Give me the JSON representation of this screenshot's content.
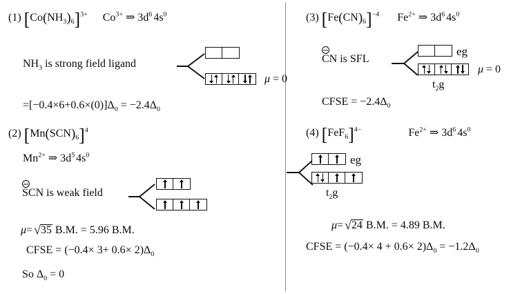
{
  "document": {
    "type": "chemistry-worksheet",
    "topic": "Crystal Field Theory - CFSE and magnetic moment",
    "divider": "vertical-rule"
  },
  "problems": [
    {
      "number": "(1)",
      "complex_prefix": "Co",
      "complex_ligand": "NH",
      "complex_ligand_sub": "3",
      "complex_ligand_count": "6",
      "complex_charge": "3+",
      "ion": "Co",
      "ion_charge": "3+",
      "implies": "⇒",
      "config_d": "3d",
      "config_d_sup": "6",
      "config_s": "4s",
      "config_s_sup": "0",
      "ligand_statement": "NH",
      "ligand_statement_sub": "3",
      "ligand_statement_rest": " is strong field ligand",
      "eg_boxes": [
        {
          "arrows": []
        },
        {
          "arrows": []
        }
      ],
      "t2g_boxes": [
        {
          "arrows": [
            "down",
            "up"
          ]
        },
        {
          "arrows": [
            "down",
            "up"
          ]
        },
        {
          "arrows": [
            "down",
            "up"
          ]
        }
      ],
      "mu_label": "μ",
      "mu_value": "= 0",
      "cfse_line": "=[−0.4×6+0.6×(0)]Δ",
      "cfse_line_sub": "0",
      "cfse_result": " = −2.4Δ",
      "cfse_result_sub": "0"
    },
    {
      "number": "(2)",
      "complex_prefix": "Mn",
      "complex_ligand": "SCN",
      "complex_ligand_count": "6",
      "complex_charge": "4",
      "ion": "Mn",
      "ion_charge": "2+",
      "implies": "⇒",
      "config_d": "3d",
      "config_d_sup": "5",
      "config_s": "4s",
      "config_s_sup": "0",
      "ligand_statement": "SCN",
      "ligand_statement_rest": " is weak field",
      "eg_boxes": [
        {
          "arrows": [
            "up"
          ]
        },
        {
          "arrows": [
            "up"
          ]
        }
      ],
      "t2g_boxes": [
        {
          "arrows": [
            "up"
          ]
        },
        {
          "arrows": [
            "up"
          ]
        },
        {
          "arrows": [
            "up"
          ]
        }
      ],
      "mu_symbol": "μ",
      "mu_eq": "=",
      "mu_radicand": "35",
      "mu_units": " B.M.",
      "mu_equals2": "  = 5.96 B.M.",
      "cfse_label": "CFSE",
      "cfse_line": " = (−0.4× 3+ 0.6× 2)Δ",
      "cfse_line_sub": "0",
      "so_line": "So  Δ",
      "so_line_sub": "0",
      "so_line_rest": " = 0"
    },
    {
      "number": "(3)",
      "complex_prefix": "Fe",
      "complex_ligand": "CN",
      "complex_ligand_count": "6",
      "complex_charge": "−4",
      "ion": "Fe",
      "ion_charge": "2+",
      "implies": "⇒",
      "config_d": "3d",
      "config_d_sup": "6",
      "config_s": "4s",
      "config_s_sup": "0",
      "ligand_statement": "CN",
      "ligand_statement_rest": " is SFL",
      "eg_label": "eg",
      "t2g_label": "t",
      "t2g_label_sub": "2",
      "t2g_label_rest": "g",
      "eg_boxes": [
        {
          "arrows": []
        },
        {
          "arrows": []
        }
      ],
      "t2g_boxes": [
        {
          "arrows": [
            "up",
            "down"
          ]
        },
        {
          "arrows": [
            "up",
            "down"
          ]
        },
        {
          "arrows": [
            "up",
            "down"
          ]
        }
      ],
      "mu_label": "μ",
      "mu_value": "= 0",
      "cfse_label": "CFSE",
      "cfse_line": "  = −2.4Δ",
      "cfse_line_sub": "0"
    },
    {
      "number": "(4)",
      "complex_prefix": "FeF",
      "complex_ligand_count": "6",
      "complex_charge": "4−",
      "ion": "Fe",
      "ion_charge": "2+",
      "implies": "⇒",
      "config_d": "3d",
      "config_d_sup": "6",
      "config_s": "4s",
      "config_s_sup": "0",
      "eg_label": "eg",
      "t2g_label": "t",
      "t2g_label_sub": "2",
      "t2g_label_rest": "g",
      "eg_boxes": [
        {
          "arrows": [
            "up"
          ]
        },
        {
          "arrows": [
            "up"
          ]
        }
      ],
      "t2g_boxes": [
        {
          "arrows": [
            "up",
            "down"
          ]
        },
        {
          "arrows": [
            "up"
          ]
        },
        {
          "arrows": [
            "up"
          ]
        }
      ],
      "mu_symbol": "μ",
      "mu_eq": "=",
      "mu_radicand": "24",
      "mu_units": " B.M.",
      "mu_equals2": "  = 4.89 B.M.",
      "cfse_label": "CFSE",
      "cfse_line": " = (−0.4× 4 + 0.6× 2)Δ",
      "cfse_line_sub": "0",
      "cfse_result": " = −1.2Δ",
      "cfse_result_sub": "0"
    }
  ]
}
